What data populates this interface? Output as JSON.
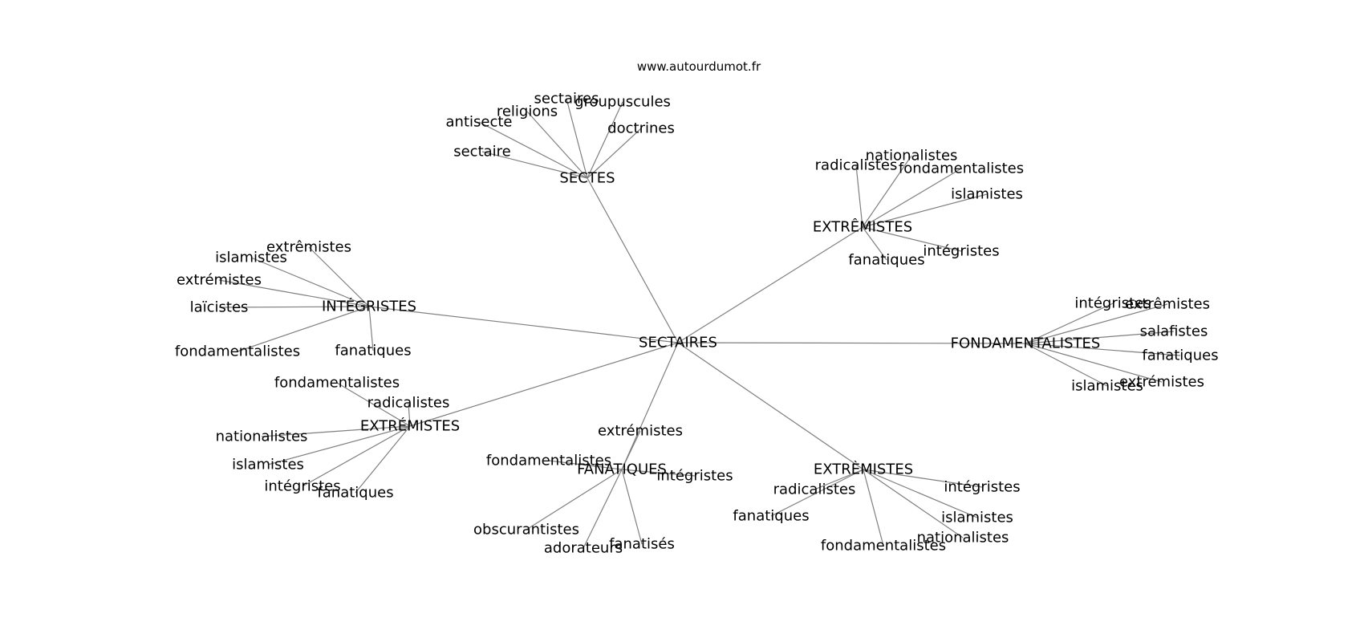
{
  "site": "www.autourdumot.fr",
  "center": "SECTAIRES",
  "groups": [
    {
      "name": "SECTES",
      "leaves": [
        "sectaires",
        "groupuscules",
        "religions",
        "antisecte",
        "doctrines",
        "sectaire"
      ]
    },
    {
      "name": "EXTRÊMISTES",
      "leaves": [
        "nationalistes",
        "radicalistes",
        "fondamentalistes",
        "islamistes",
        "intégristes",
        "fanatiques"
      ]
    },
    {
      "name": "INTÉGRISTES",
      "leaves": [
        "extrêmistes",
        "islamistes",
        "extrémistes",
        "laïcistes",
        "fondamentalistes",
        "fanatiques"
      ]
    },
    {
      "name": "FONDAMENTALISTES",
      "leaves": [
        "intégristes",
        "extrêmistes",
        "salafistes",
        "fanatiques",
        "extrémistes",
        "islamistes"
      ]
    },
    {
      "name": "EXTRÉMISTES",
      "leaves": [
        "fondamentalistes",
        "radicalistes",
        "nationalistes",
        "islamistes",
        "intégristes",
        "fanatiques"
      ]
    },
    {
      "name": "FANATIQUES",
      "leaves": [
        "extrémistes",
        "fondamentalistes",
        "intégristes",
        "obscurantistes",
        "adorateurs",
        "fanatisés"
      ]
    },
    {
      "name": "EXTRÈMISTES",
      "leaves": [
        "radicalistes",
        "intégristes",
        "fanatiques",
        "islamistes",
        "nationalistes",
        "fondamentalistes"
      ]
    }
  ]
}
